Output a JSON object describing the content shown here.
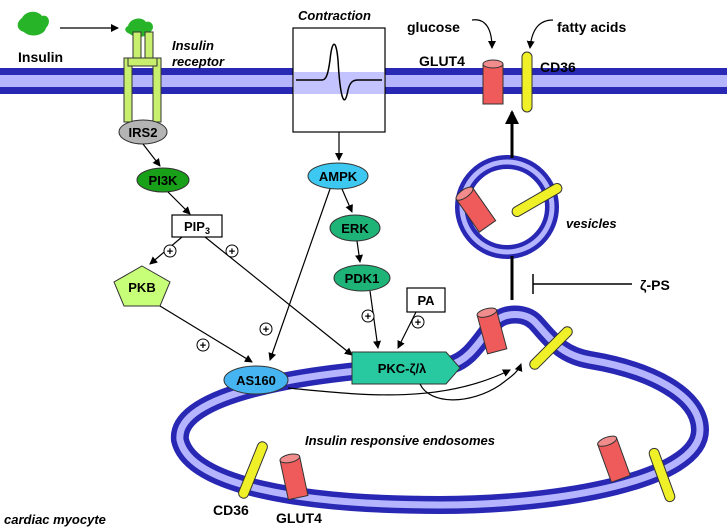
{
  "labels": {
    "insulin": "Insulin",
    "insulin_receptor_line1": "Insulin",
    "insulin_receptor_line2": "receptor",
    "contraction": "Contraction",
    "glucose": "glucose",
    "fatty_acids": "fatty acids",
    "glut4_top": "GLUT4",
    "cd36_top": "CD36",
    "vesicles": "vesicles",
    "zeta_ps": "ζ-PS",
    "endosomes": "Insulin responsive endosomes",
    "cd36_bottom": "CD36",
    "glut4_bottom": "GLUT4",
    "cell_type": "cardiac myocyte"
  },
  "nodes": {
    "irs2": "IRS2",
    "pi3k": "PI3K",
    "pip3_main": "PIP",
    "pip3_sub": "3",
    "pkb": "PKB",
    "ampk": "AMPK",
    "erk": "ERK",
    "pdk1": "PDK1",
    "pa": "PA",
    "as160": "AS160",
    "pkc": "PKC-ζ/λ"
  },
  "symbols": {
    "plus": "+"
  },
  "colors": {
    "membrane": "#2828b4",
    "membrane_light": "#b4b4ff",
    "glut4": "#ef5a5a",
    "cd36": "#f0f028",
    "receptor": "#c8f06e",
    "insulin": "#28b428",
    "irs2": "#b4b4b4",
    "pi3k": "#19a019",
    "pkb": "#c8ff78",
    "ampk": "#3cc8f0",
    "erk_pdk1": "#1eb478",
    "as160": "#46b4f0",
    "pkc": "#28c8a0"
  }
}
